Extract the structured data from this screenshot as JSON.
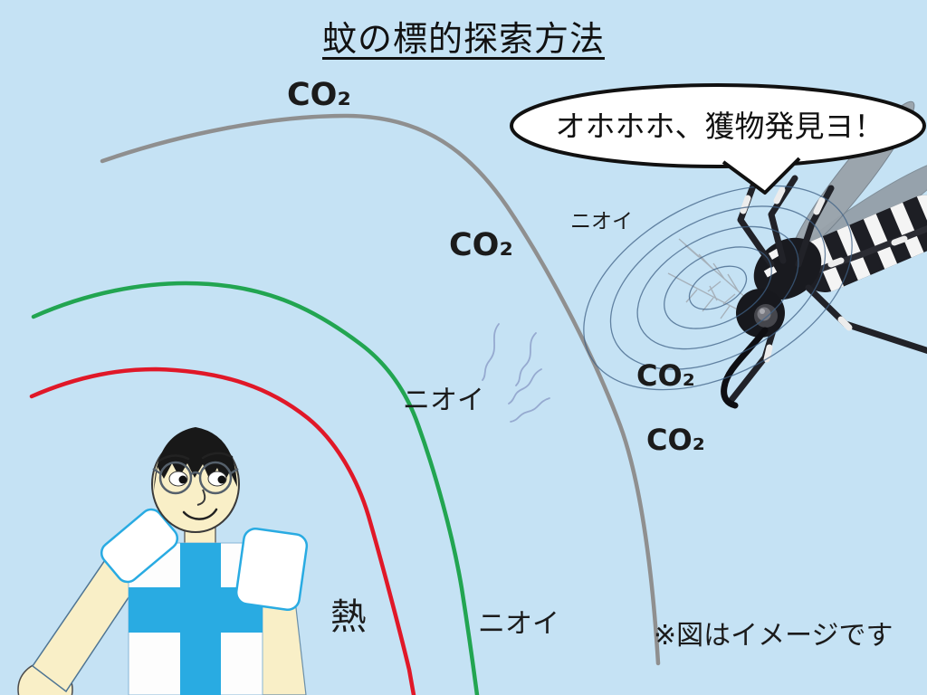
{
  "title": {
    "text": "蚊の標的探索方法"
  },
  "speech_bubble": {
    "speaker": "mosquito",
    "text": "オホホホ、獲物発見ヨ！"
  },
  "labels": [
    {
      "id": "co2-top",
      "text": "CO₂"
    },
    {
      "id": "co2-mid",
      "text": "CO₂"
    },
    {
      "id": "co2-right-upper",
      "text": "CO₂"
    },
    {
      "id": "co2-right-lower",
      "text": "CO₂"
    },
    {
      "id": "nioi-near-mosquito",
      "text": "ニオイ"
    },
    {
      "id": "nioi-mid",
      "text": "ニオイ"
    },
    {
      "id": "nioi-bottom",
      "text": "ニオイ"
    },
    {
      "id": "heat",
      "text": "熱"
    },
    {
      "id": "note",
      "text": "※図はイメージです"
    }
  ],
  "legend": [
    {
      "signal": "CO₂",
      "curve_color": "#8f8f8f"
    },
    {
      "signal": "ニオイ",
      "curve_color": "#22a551"
    },
    {
      "signal": "熱",
      "curve_color": "#e01828"
    }
  ],
  "colors": {
    "background": "#c5e2f4",
    "co2_curve": "#8f8f8f",
    "odor_curve": "#22a551",
    "heat_curve": "#e01828",
    "ring_blue": "#3f6186",
    "squiggle_blue": "#96aad0",
    "shirt_blue": "#29abe2",
    "skin": "#f9efc7",
    "bubble_fill": "#ffffff",
    "bubble_stroke": "#111111"
  }
}
